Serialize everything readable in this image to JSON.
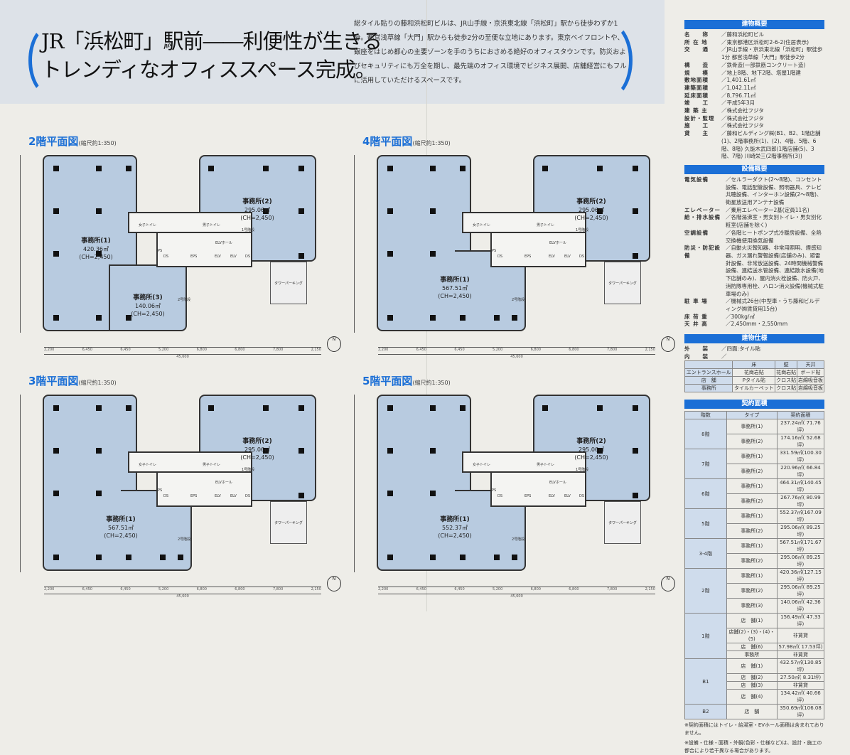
{
  "headline": {
    "line1": "JR「浜松町」駅前――利便性が生きる",
    "line2": "トレンディなオフィススペース完成。"
  },
  "intro": "総タイル貼りの藤和浜松町ビルは、JR山手線・京浜東北線「浜松町」駅から徒歩わずか1分。都営浅草線「大門」駅からも徒歩2分の至便な立地にあります。東京ベイフロントや、銀座をはじめ都心の主要ゾーンを手のうちにおさめる絶好のオフィスタウンです。防災およびセキュリティにも万全を期し、最先端のオフィス環境でビジネス展開、店舗経営にもフルに活用していただけるスペースです。",
  "plans": [
    {
      "title": "2階平面図",
      "scale": "(縮尺約1:350)",
      "rooms": [
        {
          "name": "事務所(1)",
          "area": "420.36㎡",
          "ch": "(CH=2,450)"
        },
        {
          "name": "事務所(2)",
          "area": "295.06㎡",
          "ch": "(CH=2,450)"
        },
        {
          "name": "事務所(3)",
          "area": "140.06㎡",
          "ch": "(CH=2,450)"
        }
      ]
    },
    {
      "title": "4階平面図",
      "scale": "(縮尺約1:350)",
      "rooms": [
        {
          "name": "事務所(1)",
          "area": "567.51㎡",
          "ch": "(CH=2,450)"
        },
        {
          "name": "事務所(2)",
          "area": "295.06㎡",
          "ch": "(CH=2,450)"
        }
      ]
    },
    {
      "title": "3階平面図",
      "scale": "(縮尺約1:350)",
      "rooms": [
        {
          "name": "事務所(1)",
          "area": "567.51㎡",
          "ch": "(CH=2,450)"
        },
        {
          "name": "事務所(2)",
          "area": "295.06㎡",
          "ch": "(CH=2,450)"
        }
      ]
    },
    {
      "title": "5階平面図",
      "scale": "(縮尺約1:350)",
      "rooms": [
        {
          "name": "事務所(1)",
          "area": "552.37㎡",
          "ch": "(CH=2,450)"
        },
        {
          "name": "事務所(2)",
          "area": "295.06㎡",
          "ch": "(CH=2,450)"
        }
      ]
    }
  ],
  "plan_labels": {
    "womens_wc": "女子トイレ",
    "mens_wc": "男子トイレ",
    "elv_hall": "ELVホール",
    "elv": "ELV",
    "eps": "EPS",
    "ds": "DS",
    "ps": "PS",
    "stair1": "1号階段",
    "stair2": "2号階段",
    "parking": "タワーパーキング",
    "north": "N",
    "dims": [
      "2,200",
      "6,450",
      "6,450",
      "5,200",
      "6,800",
      "6,800",
      "7,800",
      "2,150"
    ],
    "total": "45,600"
  },
  "overview": {
    "title": "建物概要",
    "items": [
      {
        "k": "名　　称",
        "v": "藤和浜松町ビル"
      },
      {
        "k": "所 在 地",
        "v": "東京都港区浜松町2-6-2(住居表示)"
      },
      {
        "k": "交　　通",
        "v": "JR山手線・京浜東北線「浜松町」駅徒歩1分 都営浅草線「大門」駅徒歩2分"
      },
      {
        "k": "構　　造",
        "v": "鉄骨造(一部鉄筋コンクリート造)"
      },
      {
        "k": "規　　模",
        "v": "地上8階、地下2階、塔屋1階建"
      },
      {
        "k": "敷地面積",
        "v": "1,401.61㎡"
      },
      {
        "k": "建築面積",
        "v": "1,042.11㎡"
      },
      {
        "k": "延床面積",
        "v": "8,796.71㎡"
      },
      {
        "k": "竣　　工",
        "v": "平成5年3月"
      },
      {
        "k": "建 築 主",
        "v": "株式会社フジタ"
      },
      {
        "k": "設計・監理",
        "v": "株式会社フジタ"
      },
      {
        "k": "施　　工",
        "v": "株式会社フジタ"
      },
      {
        "k": "貸　　主",
        "v": "藤和ビルディング㈱(B1、B2、1階店舗(1)、2階事務所(1)、(2)、4階、5階、6階、8階) 久能木武四郎(1階店舗(5)、3階、7階) 川崎栄三(2階事務所(3))"
      }
    ]
  },
  "equipment": {
    "title": "設備概要",
    "items": [
      {
        "k": "電気設備",
        "v": "セルラーダクト(2〜8階)、コンセント設備、電話配管設備、照明器具、テレビ共聴設備、インターホン設備(2〜8階)、衛星放送用アンテナ設備"
      },
      {
        "k": "エレベーター",
        "v": "乗用エレベーター2基(定員11名)"
      },
      {
        "k": "給・排水設備",
        "v": "各階湯沸室・男女別トイレ・男女別化粧室(店舗を除く)"
      },
      {
        "k": "空調設備",
        "v": "各階ヒートポンプ式冷暖房設備、全熱交換機使用換気設備"
      },
      {
        "k": "防災・防犯設備",
        "v": "自動火災報知器、非常用照明、煙感知器、ガス漏れ警報設備(店舗のみ)、避雷針設備、非常放送設備、24時間機械警備設備、連結送水管設備、連結散水設備(地下店舗のみ)、屋内消火栓設備、防火戸、消防隊専用栓、ハロン消火設備(機械式駐車場のみ)"
      },
      {
        "k": "駐 車 場",
        "v": "機械式26台(中型車・うち藤和ビルディング㈱賃貸用15台)"
      },
      {
        "k": "床 荷 重",
        "v": "300kg/㎡"
      },
      {
        "k": "天 井 高",
        "v": "2,450mm・2,550mm"
      }
    ]
  },
  "spec": {
    "title": "建物仕様",
    "exterior_k": "外　　装",
    "exterior_v": "四面:タイル貼",
    "interior_k": "内　　装",
    "headers": [
      "",
      "床",
      "壁",
      "天井"
    ],
    "rows": [
      [
        "エントランスホール",
        "花崗岩貼",
        "花崗岩貼",
        "ボード貼"
      ],
      [
        "店　舗",
        "Pタイル貼",
        "クロス貼",
        "岩綿吸音板"
      ],
      [
        "事務所",
        "タイルカーペット",
        "クロス貼",
        "岩綿吸音板"
      ]
    ]
  },
  "contract": {
    "title": "契約面積",
    "headers": [
      "階数",
      "タイプ",
      "契約面積"
    ],
    "groups": [
      {
        "floor": "8階",
        "rows": [
          [
            "事務所(1)",
            "237.24㎡( 71.76坪)"
          ],
          [
            "事務所(2)",
            "174.16㎡( 52.68坪)"
          ]
        ]
      },
      {
        "floor": "7階",
        "rows": [
          [
            "事務所(1)",
            "331.59㎡(100.30坪)"
          ],
          [
            "事務所(2)",
            "220.96㎡( 66.84坪)"
          ]
        ]
      },
      {
        "floor": "6階",
        "rows": [
          [
            "事務所(1)",
            "464.31㎡(140.45坪)"
          ],
          [
            "事務所(2)",
            "267.76㎡( 80.99坪)"
          ]
        ]
      },
      {
        "floor": "5階",
        "rows": [
          [
            "事務所(1)",
            "552.37㎡(167.09坪)"
          ],
          [
            "事務所(2)",
            "295.06㎡( 89.25坪)"
          ]
        ]
      },
      {
        "floor": "3-4階",
        "rows": [
          [
            "事務所(1)",
            "567.51㎡(171.67坪)"
          ],
          [
            "事務所(2)",
            "295.06㎡( 89.25坪)"
          ]
        ]
      },
      {
        "floor": "2階",
        "rows": [
          [
            "事務所(1)",
            "420.36㎡(127.15坪)"
          ],
          [
            "事務所(2)",
            "295.06㎡( 89.25坪)"
          ],
          [
            "事務所(3)",
            "140.06㎡( 42.36坪)"
          ]
        ]
      },
      {
        "floor": "1階",
        "rows": [
          [
            "店　舗(1)",
            "156.49㎡( 47.33坪)"
          ],
          [
            "店舗(2)・(3)・(4)・(5)",
            "非賃貸"
          ],
          [
            "店　舗(6)",
            "57.98㎡( 17.53坪)"
          ],
          [
            "事務所",
            "非賃貸"
          ]
        ]
      },
      {
        "floor": "B1",
        "rows": [
          [
            "店　舗(1)",
            "432.57㎡(130.85坪)"
          ],
          [
            "店　舗(2)",
            "27.50㎡( 8.31坪)"
          ],
          [
            "店　舗(3)",
            "非賃貸"
          ],
          [
            "店　舗(4)",
            "134.42㎡( 40.66坪)"
          ]
        ]
      },
      {
        "floor": "B2",
        "rows": [
          [
            "店　舗",
            "350.69㎡(106.08坪)"
          ]
        ]
      }
    ],
    "notes": [
      "※契約面積にはトイレ・給湯室・EVホール面積は含まれておりません。",
      "※設備・仕様・面積・外観(色彩・仕様など)は、設計・施工の都合により若干異なる場合があります。"
    ]
  },
  "colors": {
    "accent": "#1b6fd6",
    "office": "#b8cbe0"
  }
}
